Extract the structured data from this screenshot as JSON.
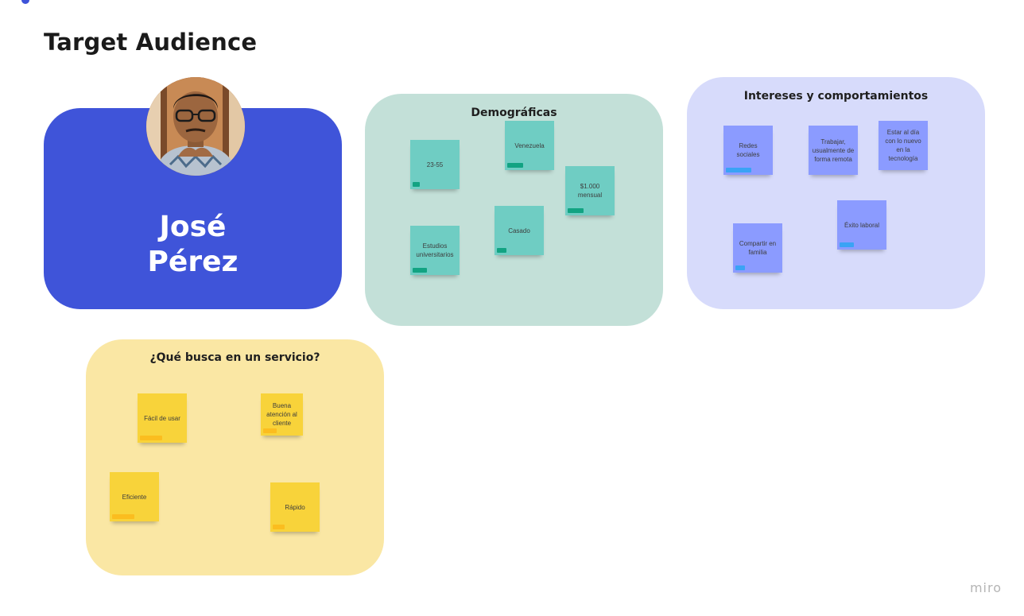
{
  "page": {
    "title": "Target Audience",
    "brand": "miro"
  },
  "persona": {
    "first_name": "José",
    "last_name": "Pérez",
    "avatar_icon": "person-photo"
  },
  "colors": {
    "persona_card": "#3f54d9",
    "demographics_frame": "#c3e0d8",
    "interests_frame": "#d7dbfb",
    "service_frame": "#fae7a4",
    "sticky_teal": "#6fcdc3",
    "sticky_blue": "#8b9bff",
    "sticky_yellow": "#f8d33a"
  },
  "demographics": {
    "title": "Demográficas",
    "notes": [
      "23-55",
      "Venezuela",
      "$1.000 mensual",
      "Estudios universitarios",
      "Casado"
    ]
  },
  "interests": {
    "title": "Intereses y comportamientos",
    "notes": [
      "Redes sociales",
      "Trabajar, usualmente de forma remota",
      "Estar al día con lo nuevo en la tecnología",
      "Compartir en familia",
      "Éxito laboral"
    ]
  },
  "service": {
    "title": "¿Qué busca en un servicio?",
    "notes": [
      "Fácil de usar",
      "Buena atención al cliente",
      "Eficiente",
      "Rápido"
    ]
  }
}
